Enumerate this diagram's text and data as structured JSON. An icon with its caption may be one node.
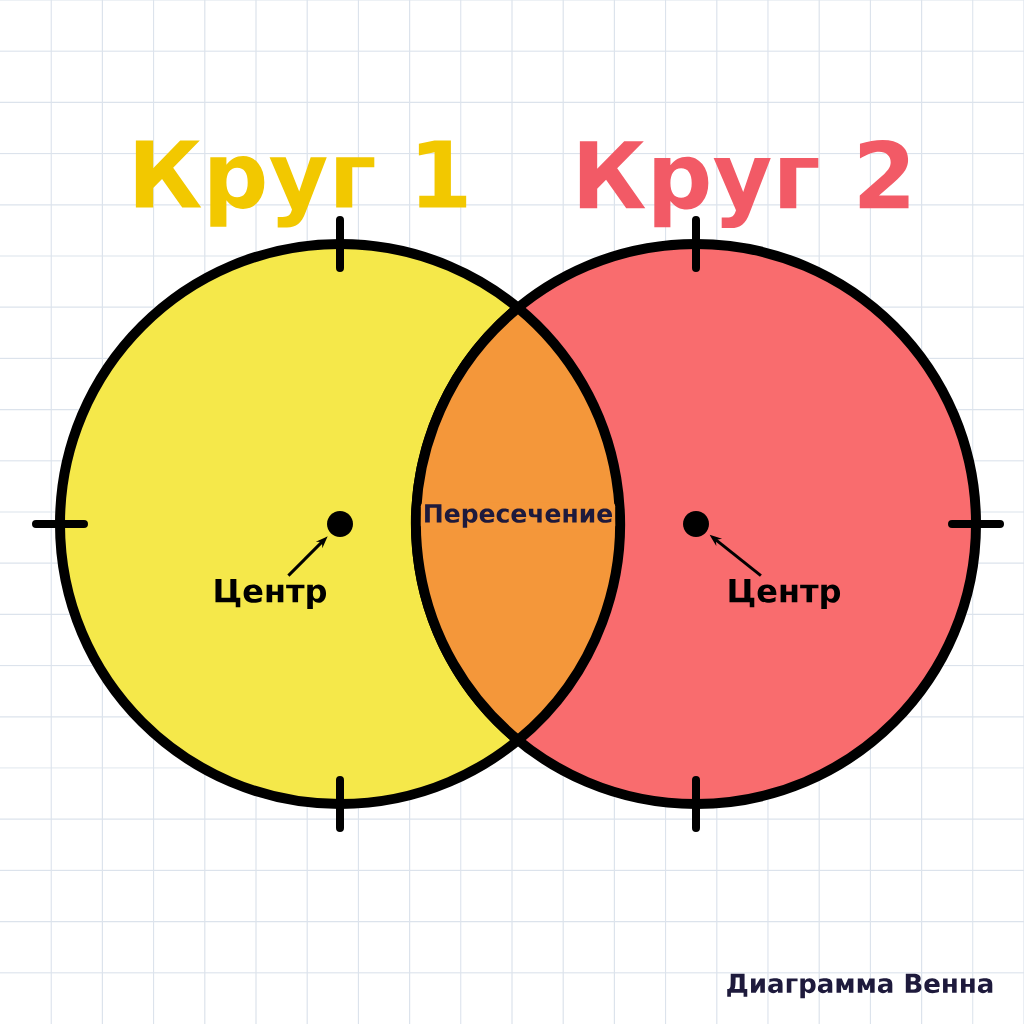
{
  "diagram": {
    "caption": "Диаграмма Венна",
    "nodes": [
      {
        "text": [
          "Круг 1"
        ]
      },
      {
        "text": [
          "Круг 2"
        ]
      },
      {
        "text": [
          "Пересечение"
        ]
      },
      {
        "text": [],
        "shape": "circle",
        "in": 0
      },
      {
        "text": [],
        "shape": "circle",
        "in": 1
      },
      {
        "text": [
          "Центр"
        ],
        "in": 0
      },
      {
        "text": [
          "Центр"
        ],
        "in": 1
      }
    ],
    "edges": [
      {
        "from": 5,
        "to": 3,
        "arrow": "to"
      },
      {
        "from": 6,
        "to": 4,
        "arrow": "to"
      }
    ]
  }
}
